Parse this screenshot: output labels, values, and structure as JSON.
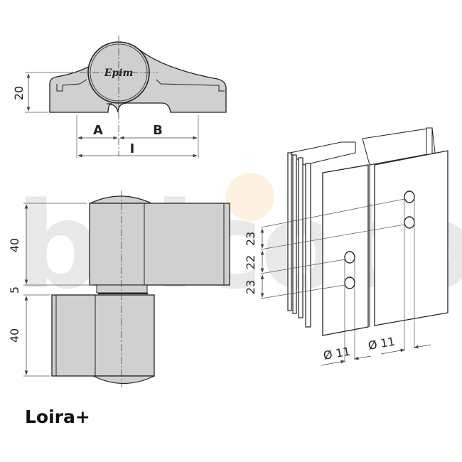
{
  "watermark": {
    "text": "bricotor",
    "dot_color": "#fdf1e2",
    "text_color": "#e9e9e9"
  },
  "top_view": {
    "logo": "Epim",
    "height_dim": "20",
    "dim_a": "A",
    "dim_b": "B",
    "dim_total": "I"
  },
  "side_view": {
    "upper_leaf_height": "40",
    "gap": "5",
    "lower_leaf_height": "40"
  },
  "profile_view": {
    "spacing_1": "23",
    "spacing_2": "22",
    "spacing_3": "23",
    "hole_diameter_left": "Ø 11",
    "hole_diameter_right": "Ø 11"
  },
  "product": {
    "name": "Loira+"
  },
  "colors": {
    "part_fill": "#d0d0d0",
    "outline": "#222222",
    "dim_line": "#444444"
  }
}
